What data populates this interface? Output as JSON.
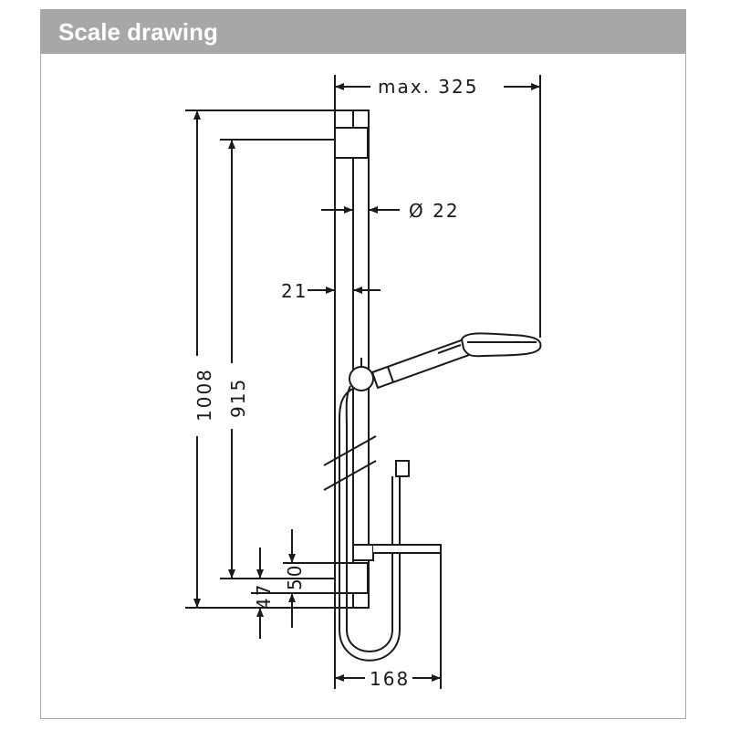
{
  "header": {
    "title": "Scale drawing"
  },
  "dimensions": {
    "max_reach": "max. 325",
    "diameter": "Ø 22",
    "wall_gap": "21",
    "total_height": "1008",
    "bar_height": "915",
    "lower_offset_50": "50",
    "lower_offset_47": "47",
    "shelf_depth": "168"
  },
  "colors": {
    "header_bg": "#a7a7a7",
    "line": "#1a1a1a"
  }
}
